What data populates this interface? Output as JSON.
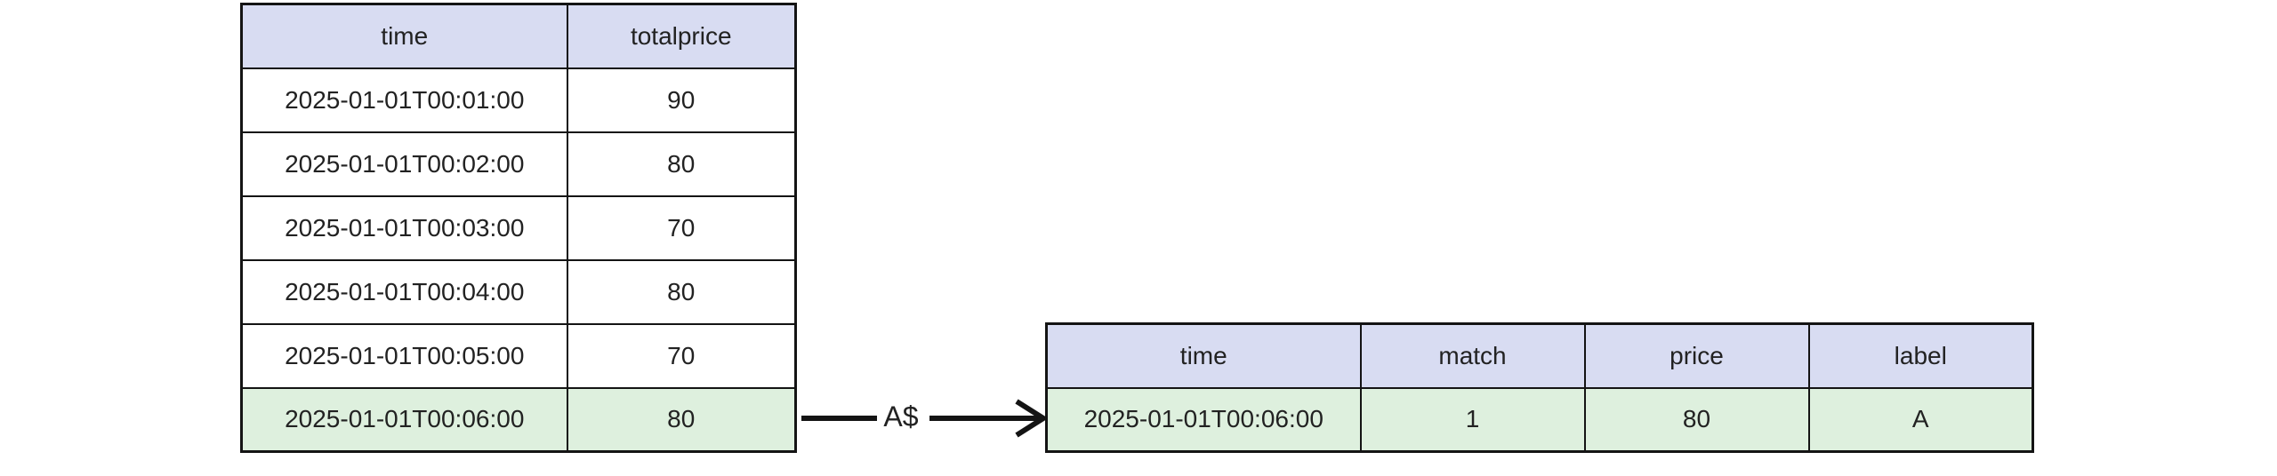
{
  "diagram": {
    "edge_label": "A$"
  },
  "left_table": {
    "headers": [
      "time",
      "totalprice"
    ],
    "rows": [
      [
        "2025-01-01T00:01:00",
        "90"
      ],
      [
        "2025-01-01T00:02:00",
        "80"
      ],
      [
        "2025-01-01T00:03:00",
        "70"
      ],
      [
        "2025-01-01T00:04:00",
        "80"
      ],
      [
        "2025-01-01T00:05:00",
        "70"
      ],
      [
        "2025-01-01T00:06:00",
        "80"
      ]
    ],
    "highlighted_row_index": 5
  },
  "right_table": {
    "headers": [
      "time",
      "match",
      "price",
      "label"
    ],
    "rows": [
      [
        "2025-01-01T00:06:00",
        "1",
        "80",
        "A"
      ]
    ],
    "highlighted_row_index": 0
  },
  "colors": {
    "header_bg": "#d8dcf2",
    "highlight_bg": "#def0de",
    "row_bg": "#ffffff",
    "border": "#141414",
    "text": "#222222",
    "background": "#ffffff"
  }
}
